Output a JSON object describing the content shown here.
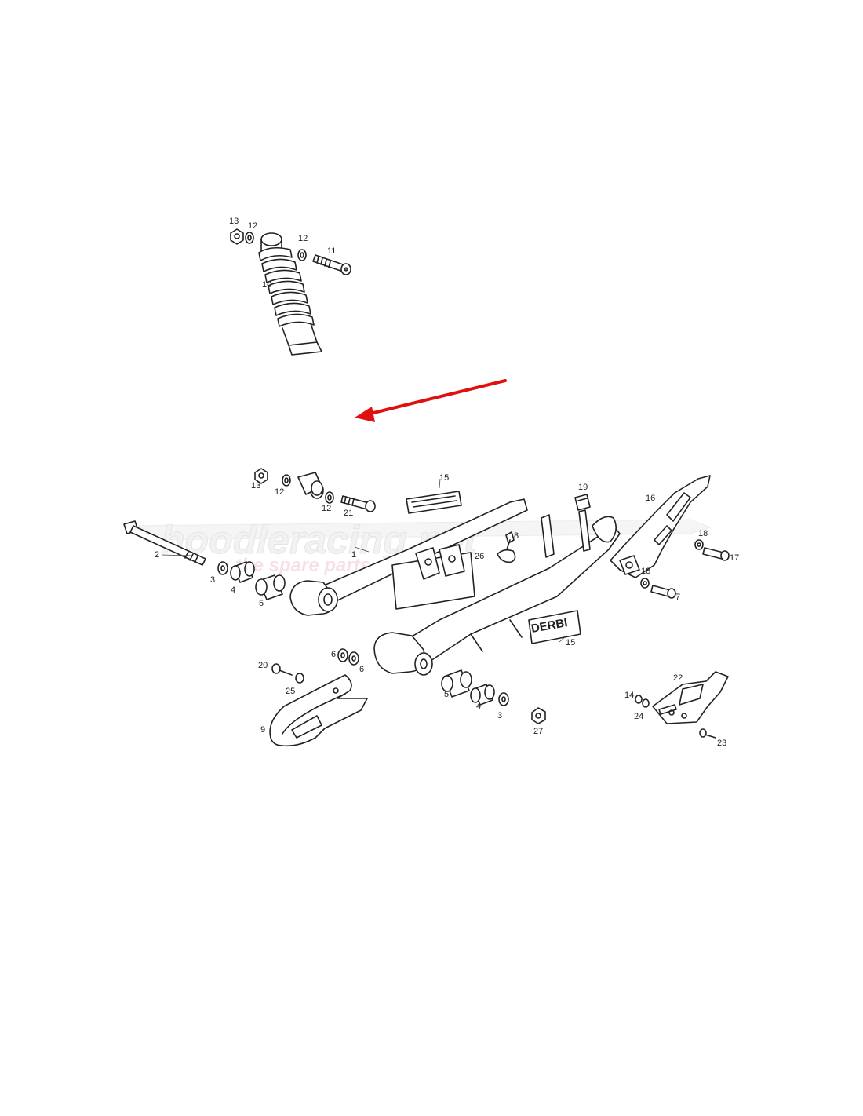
{
  "diagram": {
    "watermark": {
      "brand": "hoodleracing.net",
      "tagline": "the spare parts specialist",
      "color": "#f2c7d6"
    },
    "arrow_color": "#e01010",
    "decal_text": "DERBI",
    "callouts": {
      "c1": "1",
      "c2": "2",
      "c3a": "3",
      "c3b": "3",
      "c4a": "4",
      "c4b": "4",
      "c5a": "5",
      "c5b": "5",
      "c6a": "6",
      "c6b": "6",
      "c7": "7",
      "c8": "8",
      "c9": "9",
      "c10": "10",
      "c11": "11",
      "c12a": "12",
      "c12b": "12",
      "c12c": "12",
      "c12d": "12",
      "c13a": "13",
      "c13b": "13",
      "c14": "14",
      "c15a": "15",
      "c15b": "15",
      "c16": "16",
      "c17": "17",
      "c18a": "18",
      "c18b": "18",
      "c19": "19",
      "c20": "20",
      "c21": "21",
      "c22": "22",
      "c23": "23",
      "c24": "24",
      "c25": "25",
      "c26": "26",
      "c27": "27"
    }
  }
}
